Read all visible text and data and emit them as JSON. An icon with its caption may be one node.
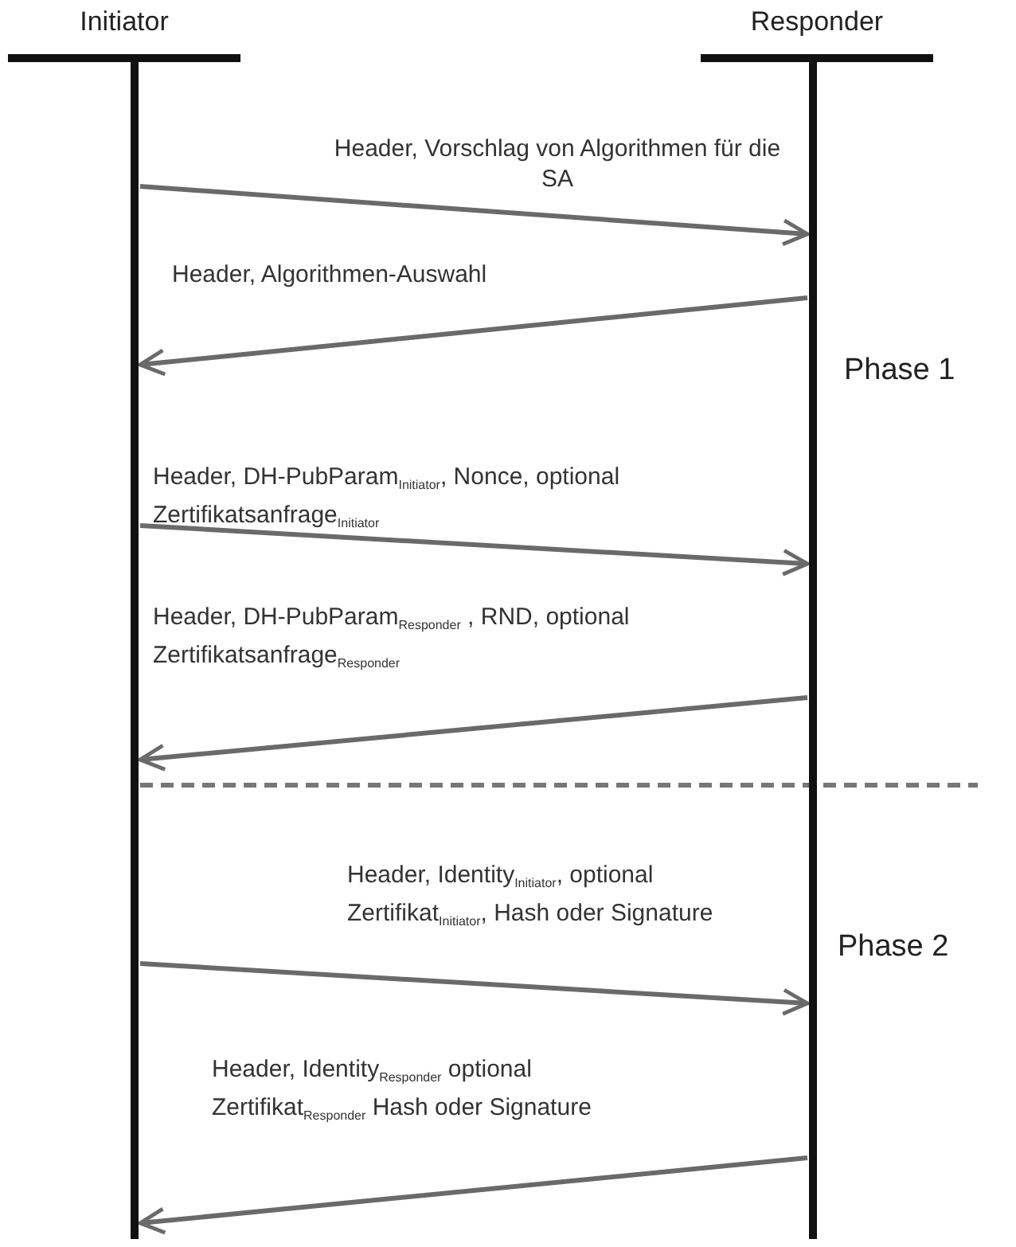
{
  "diagram": {
    "nodes": [
      {
        "text": [
          "Initiator"
        ]
      },
      {
        "text": [
          "Responder"
        ]
      }
    ],
    "edges": [
      {
        "from": 0,
        "to": 1,
        "arrow": "to",
        "label": "Header, Vorschlag von Algorithmen für die SA"
      },
      {
        "from": 1,
        "to": 0,
        "arrow": "to",
        "label": "Header, Algorithmen-Auswahl"
      },
      {
        "from": 0,
        "to": 1,
        "arrow": "to",
        "label": "Header, DH-PubParam$_{Initiator}$, Nonce, optional Zertifikatsanfrage$_{Initiator}$"
      },
      {
        "from": 1,
        "to": 0,
        "arrow": "to",
        "label": "Header, DH-PubParam$_{Responder}$ , RND, optional Zertifikatsanfrage$_{Responder}$"
      },
      {
        "from": 0,
        "to": 1,
        "arrow": "to",
        "label": "Header, Identity$_{Initiator}$, optional Zertifikat$_{Initiator}$, Hash oder Signature"
      },
      {
        "from": 1,
        "to": 0,
        "arrow": "to",
        "label": "Header, Identity$_{Responder}$ optional Zertifikat$_{Responder}$ Hash oder Signature"
      }
    ],
    "labels": [
      "Phase 1",
      "Phase 2"
    ]
  }
}
